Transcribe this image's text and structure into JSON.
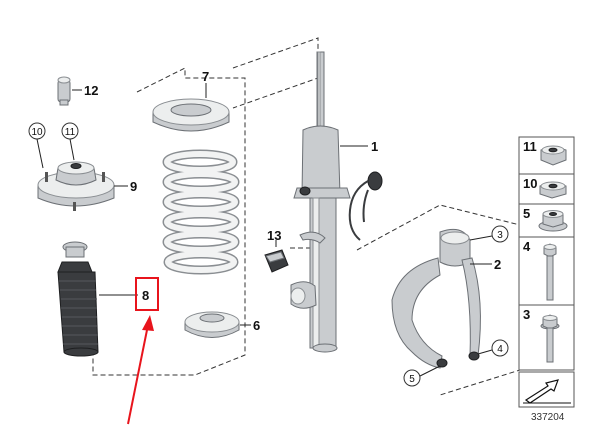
{
  "callouts": {
    "c1": "1",
    "c2": "2",
    "c3": "3",
    "c4": "4",
    "c5": "5",
    "c6": "6",
    "c7": "7",
    "c8": "8",
    "c9": "9",
    "c10": "10",
    "c11": "11",
    "c12": "12",
    "c13": "13"
  },
  "legend": {
    "items": [
      {
        "number": "11",
        "part": "nut"
      },
      {
        "number": "10",
        "part": "nut"
      },
      {
        "number": "5",
        "part": "nut"
      },
      {
        "number": "4",
        "part": "bolt"
      },
      {
        "number": "3",
        "part": "bolt"
      }
    ]
  },
  "document_id": "337204",
  "highlight": {
    "color": "#e8141c"
  },
  "colors": {
    "line": "#222222",
    "metal": "#c9cccf",
    "rubber": "#3a3c3f"
  }
}
